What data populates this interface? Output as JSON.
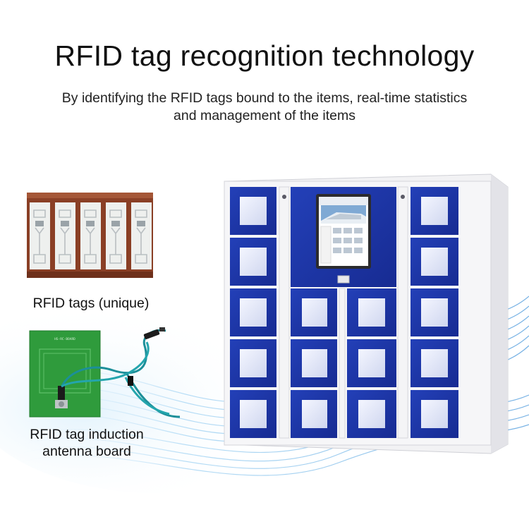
{
  "header": {
    "title": "RFID tag recognition technology",
    "subtitle_line1": "By identifying the RFID tags bound to the items, real-time statistics",
    "subtitle_line2": "and management of the items"
  },
  "left": {
    "tags_caption": "RFID tags (unique)",
    "antenna_caption_line1": "RFID tag induction",
    "antenna_caption_line2": "antenna board"
  },
  "colors": {
    "locker_blue": "#1f35a8",
    "cabinet_frame": "#f2f2f4",
    "board_green": "#2f9b3c",
    "wave_blue": "#7fc3ef"
  },
  "icons": [
    "rfid-tag-strip-image",
    "antenna-board-image",
    "locker-cabinet-image",
    "touch-screen-image"
  ]
}
